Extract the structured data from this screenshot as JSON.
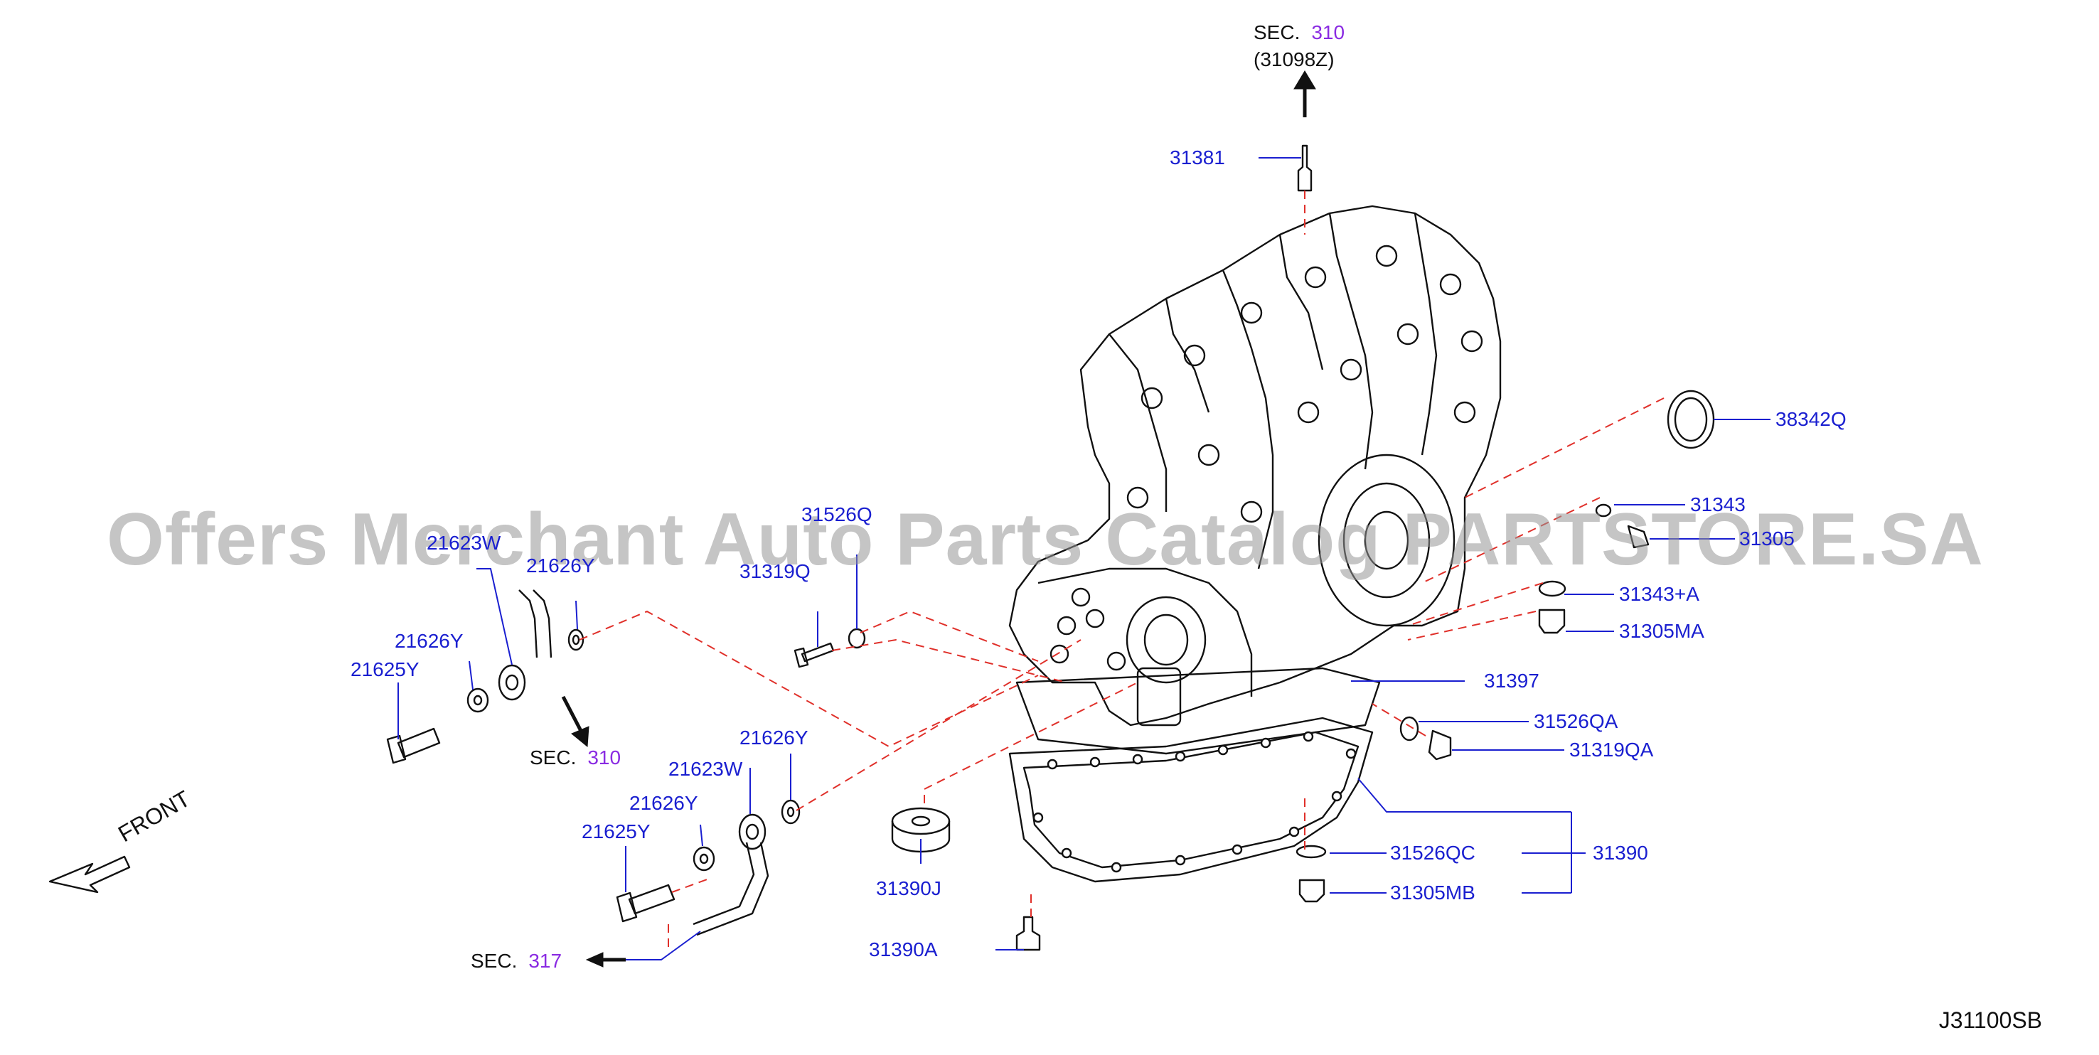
{
  "labels": {
    "p31381": "31381",
    "p38342q": "38342Q",
    "p31343": "31343",
    "p31305": "31305",
    "p31343a": "31343+A",
    "p31305ma": "31305MA",
    "p31397": "31397",
    "p31526qa": "31526QA",
    "p31319qa": "31319QA",
    "p31390": "31390",
    "p31526qc": "31526QC",
    "p31305mb": "31305MB",
    "p31390j": "31390J",
    "p31390a": "31390A",
    "p31526q": "31526Q",
    "p31319q": "31319Q",
    "p21623w_top": "21623W",
    "p21626y_top": "21626Y",
    "p21626y_a": "21626Y",
    "p21625y_a": "21625Y",
    "p21626y_b": "21626Y",
    "p21623w_b": "21623W",
    "p21626y_c": "21626Y",
    "p21625y_b": "21625Y"
  },
  "sections": {
    "top": {
      "label": "SEC.",
      "number": "310",
      "sub": "(31098Z)"
    },
    "left": {
      "label": "SEC.",
      "number": "310"
    },
    "bottom": {
      "label": "SEC.",
      "number": "317"
    }
  },
  "front_label": "FRONT",
  "watermark": "Offers Merchant Auto Parts Catalog PARTSTORE.SA",
  "diagram_code": "J31100SB",
  "colors": {
    "part_number": "#1a1fd0",
    "section_number": "#8a2be2",
    "leader_dash": "#e0302a"
  }
}
